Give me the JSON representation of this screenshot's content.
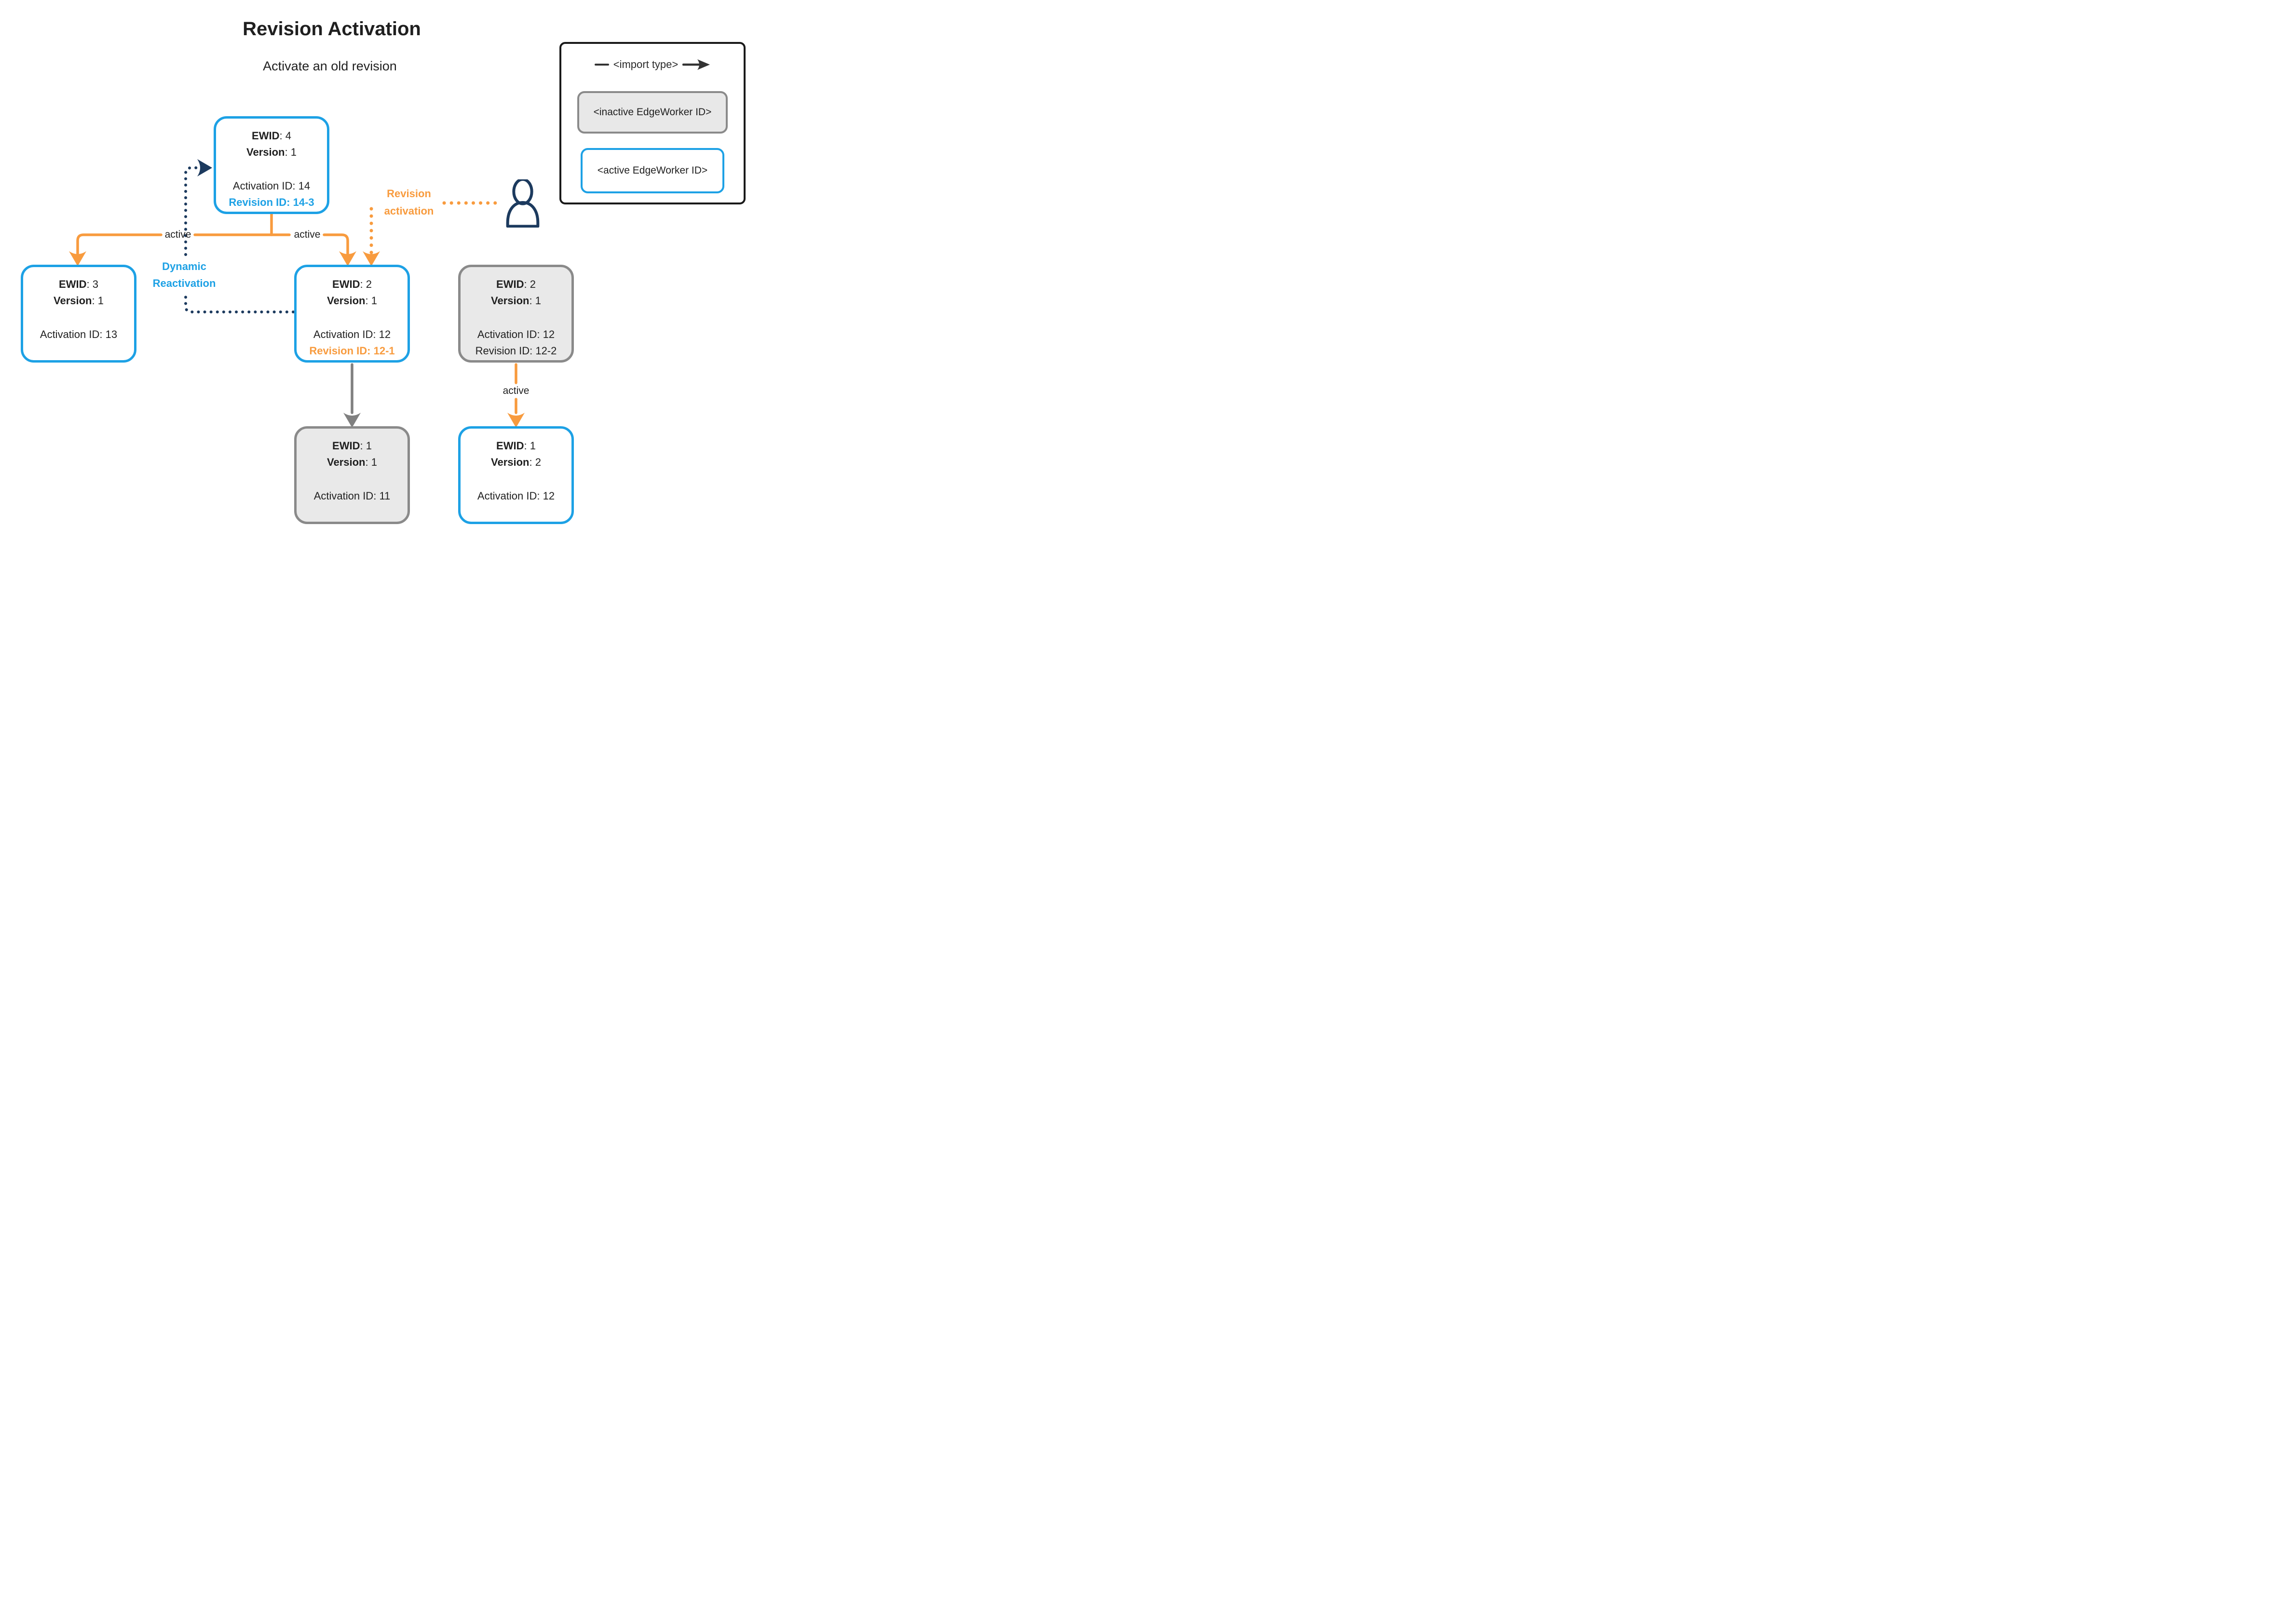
{
  "title": "Revision Activation",
  "subtitle": "Activate an old revision",
  "sep": ": ",
  "colors": {
    "blue": "#1da1e5",
    "orange": "#f89b3e",
    "navy": "#1c3a5e",
    "gray_border": "#8a8a8a",
    "gray_fill": "#e9e9e9",
    "gray_arrow": "#808080",
    "text": "#1f1f1f"
  },
  "legend": {
    "import_label": "<import type>",
    "inactive_label": "<inactive EdgeWorker ID>",
    "active_label": "<active EdgeWorker ID>"
  },
  "labels": {
    "active_left": "active",
    "active_right": "active",
    "active_bottom": "active",
    "dynamic_line1": "Dynamic",
    "dynamic_line2": "Reactivation",
    "revision_line1": "Revision",
    "revision_line2": "activation"
  },
  "nodes": [
    {
      "id": "ewid4",
      "state": "active",
      "ewid_label": "EWID",
      "ewid": "4",
      "version_label": "Version",
      "version": "1",
      "activation_label": "Activation ID",
      "activation": "14",
      "revision_label": "Revision ID",
      "revision": "14-3"
    },
    {
      "id": "ewid3",
      "state": "active",
      "ewid_label": "EWID",
      "ewid": "3",
      "version_label": "Version",
      "version": "1",
      "activation_label": "Activation ID",
      "activation": "13"
    },
    {
      "id": "ewid2-active",
      "state": "active",
      "ewid_label": "EWID",
      "ewid": "2",
      "version_label": "Version",
      "version": "1",
      "activation_label": "Activation ID",
      "activation": "12",
      "revision_label": "Revision ID",
      "revision": "12-1"
    },
    {
      "id": "ewid2-inactive",
      "state": "inactive",
      "ewid_label": "EWID",
      "ewid": "2",
      "version_label": "Version",
      "version": "1",
      "activation_label": "Activation ID",
      "activation": "12",
      "revision_label": "Revision ID",
      "revision": "12-2"
    },
    {
      "id": "ewid1-inactive",
      "state": "inactive",
      "ewid_label": "EWID",
      "ewid": "1",
      "version_label": "Version",
      "version": "1",
      "activation_label": "Activation ID",
      "activation": "11"
    },
    {
      "id": "ewid1-active",
      "state": "active",
      "ewid_label": "EWID",
      "ewid": "1",
      "version_label": "Version",
      "version": "2",
      "activation_label": "Activation ID",
      "activation": "12"
    }
  ]
}
